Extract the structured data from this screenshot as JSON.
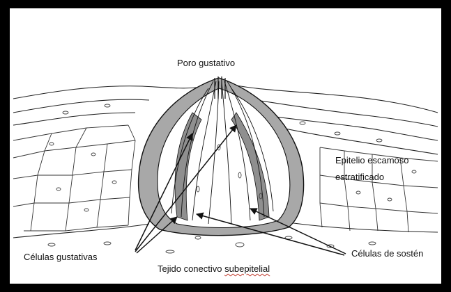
{
  "labels": {
    "poro": "Poro gustativo",
    "epitelio_line1": "Epitelio escamoso",
    "epitelio_line2": "estratificado",
    "celulas_gustativas": "Células gustativas",
    "tejido_prefix": "Tejido conectivo ",
    "tejido_word": "subepitelial",
    "celulas_sosten": "Células de sostén"
  },
  "colors": {
    "frame": "#000000",
    "paper": "#ffffff",
    "ink": "#1a1a1a",
    "shading": "#9a9a9a",
    "spellcheck": "#c0392b"
  }
}
